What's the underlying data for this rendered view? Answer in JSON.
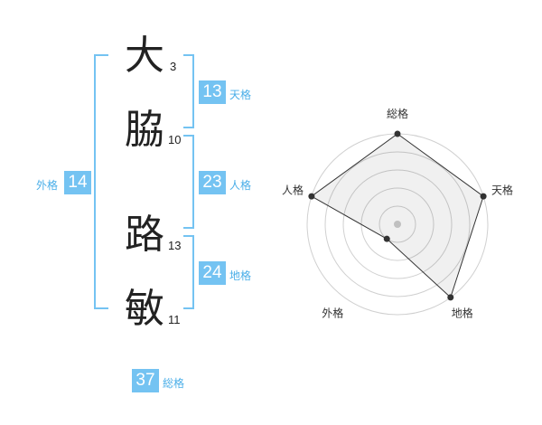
{
  "name": {
    "chars": [
      {
        "char": "大",
        "strokes": "3"
      },
      {
        "char": "脇",
        "strokes": "10"
      },
      {
        "char": "路",
        "strokes": "13"
      },
      {
        "char": "敏",
        "strokes": "11"
      }
    ]
  },
  "fortune": {
    "tenkaku": {
      "value": "13",
      "label": "天格"
    },
    "jinkaku": {
      "value": "23",
      "label": "人格"
    },
    "chikaku": {
      "value": "24",
      "label": "地格"
    },
    "gaikaku": {
      "value": "14",
      "label": "外格"
    },
    "soukaku": {
      "value": "37",
      "label": "総格"
    }
  },
  "colors": {
    "accent": "#74c3f2",
    "label": "#4aaee8"
  },
  "chart_data": {
    "type": "radar",
    "axes": [
      "総格",
      "天格",
      "地格",
      "外格",
      "人格"
    ],
    "values": [
      5,
      5,
      5,
      1,
      5
    ],
    "max": 5,
    "rings": 5
  }
}
